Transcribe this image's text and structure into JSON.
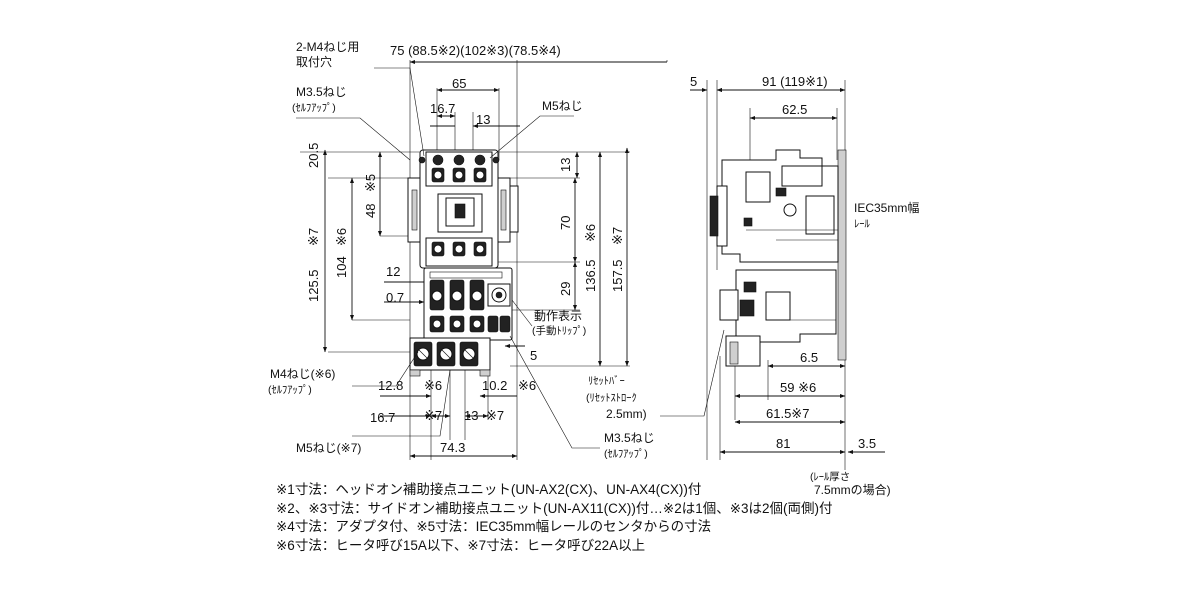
{
  "front_view": {
    "top_dims": {
      "overall": "75 (88.5※2)(102※3)(78.5※4)",
      "width_65": "65",
      "width_16_7": "16.7",
      "width_13": "13"
    },
    "left_dims": {
      "d20_5": "20.5",
      "d48": "48",
      "d_s5": "※5",
      "d125_5": "125.5",
      "d_s7": "※7",
      "d104": "104",
      "d_s6": "※6",
      "d12": "12",
      "d0_7": "0.7"
    },
    "right_dims": {
      "d13": "13",
      "d70": "70",
      "d_s6": "※6",
      "d136_5": "136.5",
      "d157_5": "157.5",
      "d_s7": "※7",
      "d29": "29",
      "d5": "5"
    },
    "bottom_dims": {
      "d12_8": "12.8",
      "s6a": "※6",
      "d10_2": "10.2",
      "s6b": "※6",
      "d16_7": "16.7",
      "s7a": "※7",
      "d13": "13",
      "s7b": "※7",
      "d74_3": "74.3"
    },
    "labels": {
      "m4_mount_1": "2-M4ねじ用",
      "m4_mount_2": "取付穴",
      "m35_top_1": "M3.5ねじ",
      "m35_top_2": "(ｾﾙﾌｱｯﾌﾟ)",
      "m5_top": "M5ねじ",
      "indicator_1": "動作表示",
      "indicator_2": "(手動ﾄﾘｯﾌﾟ)",
      "m4_s6_1": "M4ねじ(※6)",
      "m4_s6_2": "(ｾﾙﾌｱｯﾌﾟ)",
      "m5_s7": "M5ねじ(※7)",
      "m35_bot_1": "M3.5ねじ",
      "m35_bot_2": "(ｾﾙﾌｱｯﾌﾟ)"
    }
  },
  "side_view": {
    "top_dims": {
      "d5": "5",
      "d91": "91 (119※1)",
      "d62_5": "62.5"
    },
    "labels": {
      "rail_1": "IEC35mm幅",
      "rail_2": "ﾚｰﾙ",
      "reset_1": "ﾘｾｯﾄﾊﾞｰ",
      "reset_2": "(ﾘｾｯﾄｽﾄﾛｰｸ",
      "reset_3": "2.5mm)",
      "rail_thick_1": "(ﾚｰﾙ厚さ",
      "rail_thick_2": "7.5mmの場合)"
    },
    "bottom_dims": {
      "d6_5": "6.5",
      "d59": "59 ※6",
      "d61_5": "61.5※7",
      "d81": "81",
      "d3_5": "3.5"
    }
  },
  "notes": [
    "※1寸法：ヘッドオン補助接点ユニット(UN-AX2(CX)、UN-AX4(CX))付",
    "※2、※3寸法：サイドオン補助接点ユニット(UN-AX11(CX))付…※2は1個、※3は2個(両側)付",
    "※4寸法：アダプタ付、※5寸法：IEC35mm幅レールのセンタからの寸法",
    "※6寸法：ヒータ呼び15A以下、※7寸法：ヒータ呼び22A以上"
  ]
}
